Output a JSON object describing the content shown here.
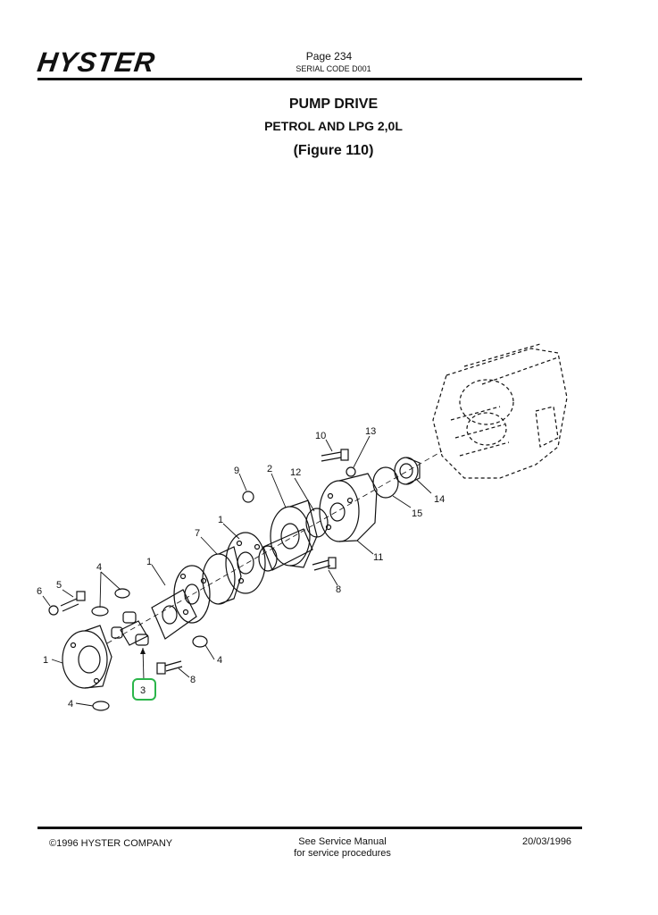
{
  "header": {
    "logo": "HYSTER",
    "page": "Page 234",
    "serial_code": "SERIAL CODE D001"
  },
  "title": {
    "main": "PUMP DRIVE",
    "sub": "PETROL AND LPG 2,0L",
    "figure": "(Figure 110)"
  },
  "callouts": {
    "c1a": "1",
    "c1b": "1",
    "c1c": "1",
    "c2": "2",
    "c3": "3",
    "c4a": "4",
    "c4b": "4",
    "c4c": "4",
    "c5": "5",
    "c6": "6",
    "c7": "7",
    "c8a": "8",
    "c8b": "8",
    "c9": "9",
    "c10": "10",
    "c11": "11",
    "c12": "12",
    "c13": "13",
    "c14": "14",
    "c15": "15"
  },
  "highlight": {
    "color": "#2bb54a"
  },
  "footer": {
    "copyright": "©1996 HYSTER COMPANY",
    "note_line1": "See Service Manual",
    "note_line2": "for service procedures",
    "date": "20/03/1996"
  }
}
